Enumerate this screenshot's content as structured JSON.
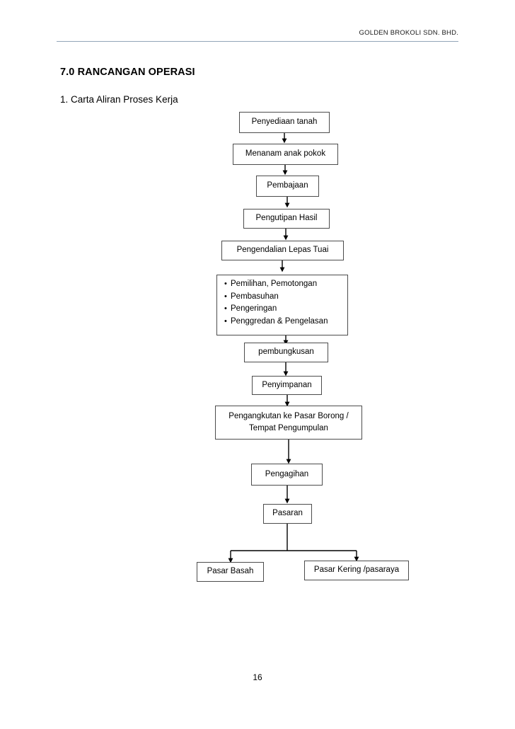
{
  "header": {
    "company": "GOLDEN BROKOLI SDN. BHD."
  },
  "document": {
    "section_title": "7.0 RANCANGAN OPERASI",
    "subsection_title": "1. Carta Aliran Proses Kerja",
    "page_number": "16"
  },
  "colors": {
    "header_rule": "#93a6b8",
    "box_border": "#4c4c4c",
    "text": "#000000",
    "connector": "#000000",
    "background": "#ffffff"
  },
  "flowchart": {
    "title": "Carta Aliran Proses Kerja",
    "nodes": [
      {
        "id": "penyediaan-tanah",
        "label": "Penyediaan tanah"
      },
      {
        "id": "menanam-anak-pokok",
        "label": "Menanam anak pokok"
      },
      {
        "id": "pembajaan",
        "label": "Pembajaan"
      },
      {
        "id": "pengutipan-hasil",
        "label": "Pengutipan Hasil"
      },
      {
        "id": "pengendalian-lepas-tuai",
        "label": "Pengendalian Lepas Tuai"
      },
      {
        "id": "pembungkusan",
        "label": "pembungkusan"
      },
      {
        "id": "penyimpanan",
        "label": "Penyimpanan"
      },
      {
        "id": "pengangkutan",
        "line1": "Pengangkutan ke Pasar Borong /",
        "line2": "Tempat Pengumpulan"
      },
      {
        "id": "pengagihan",
        "label": "Pengagihan"
      },
      {
        "id": "pasaran",
        "label": "Pasaran"
      },
      {
        "id": "pasar-basah",
        "label": "Pasar Basah"
      },
      {
        "id": "pasar-kering",
        "label": "Pasar Kering /pasaraya"
      }
    ],
    "processing_steps": {
      "id": "pemprosesan",
      "bullet": "•",
      "items": [
        "Pemilihan, Pemotongan",
        "Pembasuhan",
        "Pengeringan",
        "Penggredan & Pengelasan"
      ]
    }
  }
}
